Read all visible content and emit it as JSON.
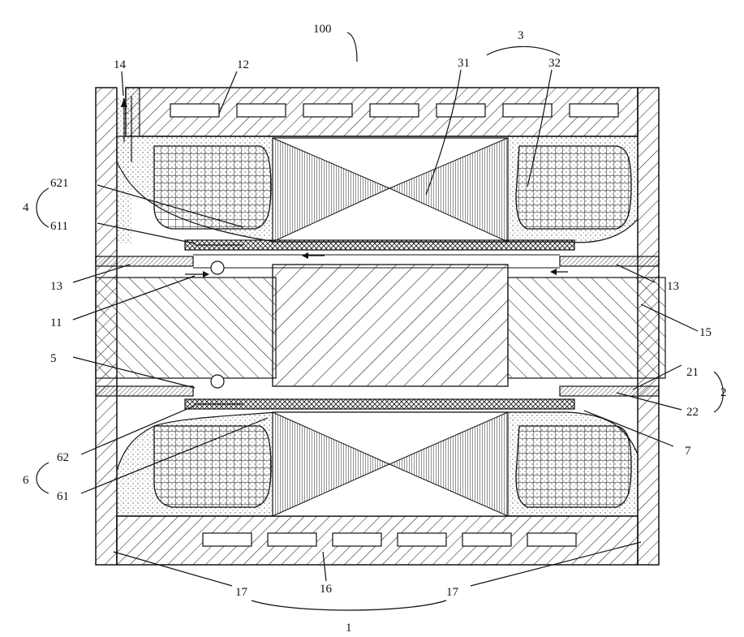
{
  "figure": {
    "labels": [
      {
        "id": "l-100",
        "text": "100"
      },
      {
        "id": "l-3",
        "text": "3"
      },
      {
        "id": "l-14",
        "text": "14"
      },
      {
        "id": "l-12",
        "text": "12"
      },
      {
        "id": "l-31",
        "text": "31"
      },
      {
        "id": "l-32",
        "text": "32"
      },
      {
        "id": "l-621",
        "text": "621"
      },
      {
        "id": "l-4",
        "text": "4"
      },
      {
        "id": "l-611",
        "text": "611"
      },
      {
        "id": "l-13a",
        "text": "13"
      },
      {
        "id": "l-13b",
        "text": "13"
      },
      {
        "id": "l-11",
        "text": "11"
      },
      {
        "id": "l-15",
        "text": "15"
      },
      {
        "id": "l-5",
        "text": "5"
      },
      {
        "id": "l-21",
        "text": "21"
      },
      {
        "id": "l-2",
        "text": "2"
      },
      {
        "id": "l-22",
        "text": "22"
      },
      {
        "id": "l-7",
        "text": "7"
      },
      {
        "id": "l-62",
        "text": "62"
      },
      {
        "id": "l-6",
        "text": "6"
      },
      {
        "id": "l-61",
        "text": "61"
      },
      {
        "id": "l-17a",
        "text": "17"
      },
      {
        "id": "l-16",
        "text": "16"
      },
      {
        "id": "l-17b",
        "text": "17"
      },
      {
        "id": "l-1",
        "text": "1"
      }
    ]
  },
  "colors": {
    "line": "#111111",
    "background": "#ffffff",
    "dots": "#555555"
  }
}
